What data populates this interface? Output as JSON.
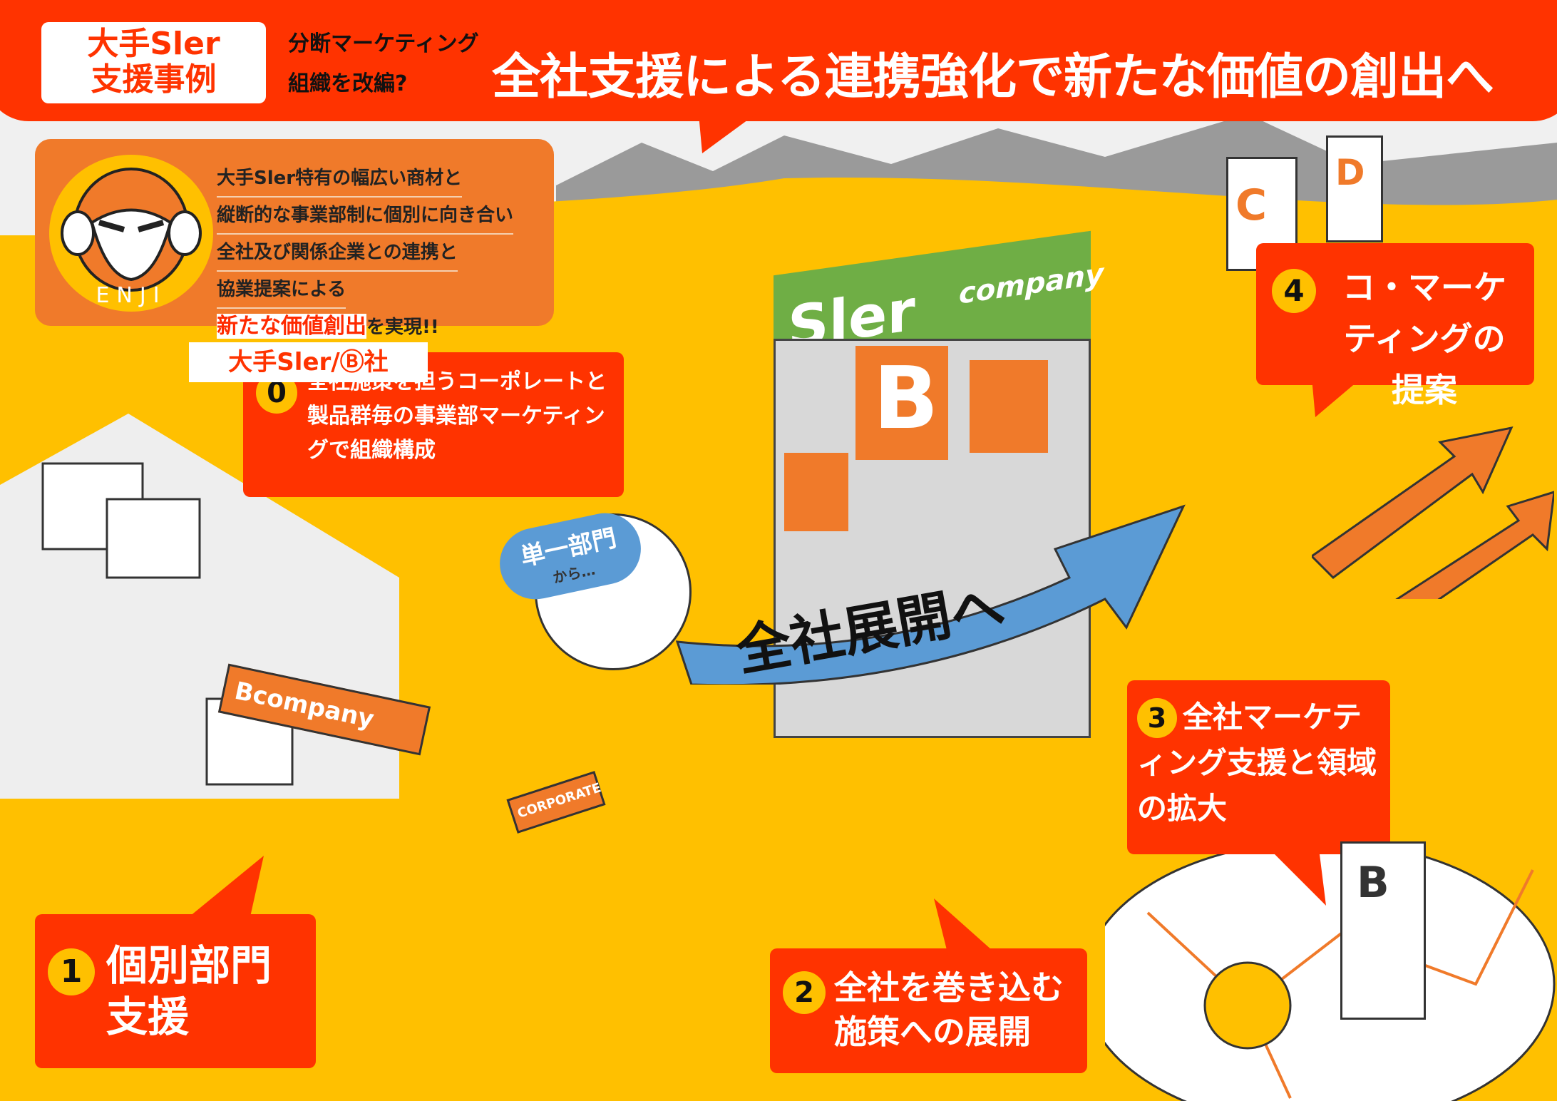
{
  "header": {
    "badge_line1": "大手Sler",
    "badge_line2": "支援事例",
    "sub_line1": "分断マーケティング",
    "sub_line2": "組織を改編?",
    "title": "全社支援による連携強化で新たな価値の創出へ"
  },
  "intro": {
    "mascot_label": "ENJI",
    "lines": [
      "大手Sler特有の幅広い商材と",
      "縦断的な事業部制に個別に向き合い",
      "全社及び関係企業との連携と",
      "協業提案による"
    ],
    "highlight": "新たな価値創出",
    "tail": "を実現!!"
  },
  "client_label": "大手Sler/Ⓑ社",
  "steps": [
    {
      "num": "0",
      "text": "全社施策を担うコーポレートと製品群毎の事業部マーケティングで組織構成"
    },
    {
      "num": "1",
      "text": "個別部門支援"
    },
    {
      "num": "2",
      "text": "全社を巻き込む施策への展開"
    },
    {
      "num": "3",
      "text": "全社マーケティング支援と領域の拡大"
    },
    {
      "num": "4",
      "text": "コ・マーケティングの提案"
    }
  ],
  "bubble": {
    "line1": "単一部門",
    "line2": "から…"
  },
  "arrow_label": "全社展開へ",
  "signs": {
    "tower_top": "Sler",
    "tower_company": "company",
    "tower_b": "B",
    "gate": "Bcompany",
    "corporate": "CORPORATE",
    "building_c": "C",
    "building_d": "D",
    "building_b": "B"
  },
  "colors": {
    "red": "#FF3300",
    "yellow": "#FFC000",
    "orange": "#F07A2A",
    "blue": "#5B9BD5",
    "green": "#6FAE45"
  }
}
